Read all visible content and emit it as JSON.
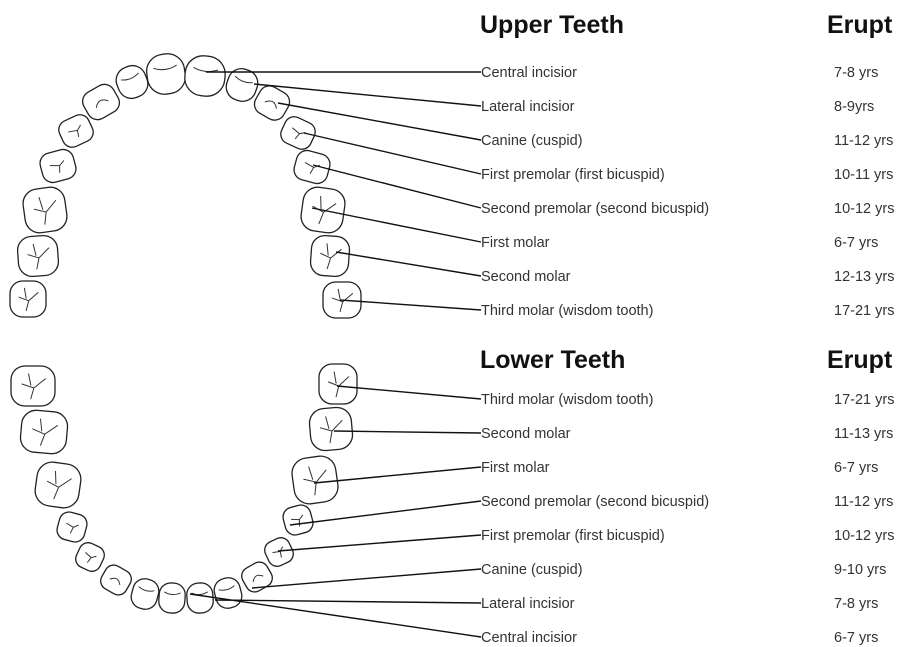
{
  "sections": [
    {
      "id": "upper",
      "heading": "Upper Teeth",
      "erupt_heading": "Erupt",
      "rows": [
        {
          "label": "Central incisior",
          "erupt": "7-8 yrs"
        },
        {
          "label": "Lateral incisior",
          "erupt": "8-9yrs"
        },
        {
          "label": "Canine (cuspid)",
          "erupt": "11-12 yrs"
        },
        {
          "label": "First premolar (first bicuspid)",
          "erupt": "10-11 yrs"
        },
        {
          "label": "Second premolar (second bicuspid)",
          "erupt": "10-12 yrs"
        },
        {
          "label": "First molar",
          "erupt": "6-7 yrs"
        },
        {
          "label": "Second molar",
          "erupt": "12-13 yrs"
        },
        {
          "label": "Third molar (wisdom tooth)",
          "erupt": "17-21 yrs"
        }
      ]
    },
    {
      "id": "lower",
      "heading": "Lower Teeth",
      "erupt_heading": "Erupt",
      "rows": [
        {
          "label": "Third molar (wisdom tooth)",
          "erupt": "17-21 yrs"
        },
        {
          "label": "Second molar",
          "erupt": "11-13 yrs"
        },
        {
          "label": "First molar",
          "erupt": "6-7 yrs"
        },
        {
          "label": "Second premolar (second bicuspid)",
          "erupt": "11-12 yrs"
        },
        {
          "label": "First premolar (first bicuspid)",
          "erupt": "10-12 yrs"
        },
        {
          "label": "Canine (cuspid)",
          "erupt": "9-10 yrs"
        },
        {
          "label": "Lateral incisior",
          "erupt": "7-8 yrs"
        },
        {
          "label": "Central incisior",
          "erupt": "6-7 yrs"
        }
      ]
    }
  ]
}
